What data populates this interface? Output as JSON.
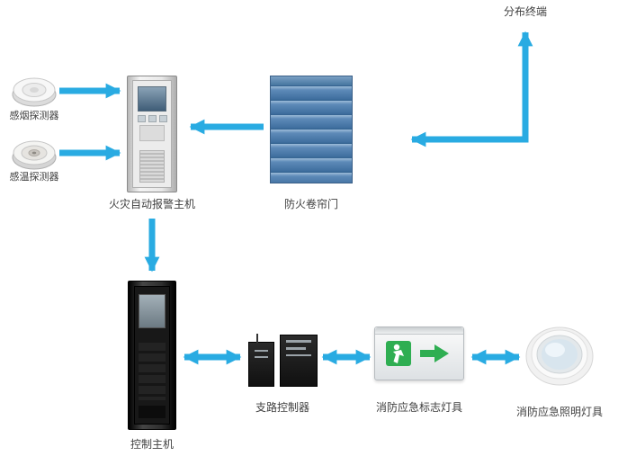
{
  "labels": {
    "distributed_terminal": "分布终端",
    "smoke_detector": "感烟探测器",
    "heat_detector": "感温探测器",
    "fire_alarm_host": "火灾自动报警主机",
    "fire_shutter_door": "防火卷帘门",
    "control_host": "控制主机",
    "branch_controller": "支路控制器",
    "emergency_sign_lamp": "消防应急标志灯具",
    "emergency_lighting_lamp": "消防应急照明灯具"
  },
  "colors": {
    "arrow_blue": "#29abe2",
    "door_blue": "#4a7fb0",
    "exit_green": "#2fae52",
    "cabinet_light": "#e8e8e8",
    "cabinet_dark": "#1a1a1a"
  },
  "connections": [
    {
      "from": "smoke_detector",
      "to": "fire_alarm_host",
      "direction": "one-way"
    },
    {
      "from": "heat_detector",
      "to": "fire_alarm_host",
      "direction": "one-way"
    },
    {
      "from": "fire_shutter_door",
      "to": "fire_alarm_host",
      "direction": "one-way"
    },
    {
      "from": "fire_shutter_door",
      "to": "distributed_terminal",
      "direction": "one-way"
    },
    {
      "from": "fire_alarm_host",
      "to": "control_host",
      "direction": "one-way"
    },
    {
      "from": "control_host",
      "to": "branch_controller",
      "direction": "two-way"
    },
    {
      "from": "branch_controller",
      "to": "emergency_sign_lamp",
      "direction": "two-way"
    },
    {
      "from": "emergency_sign_lamp",
      "to": "emergency_lighting_lamp",
      "direction": "two-way"
    }
  ]
}
